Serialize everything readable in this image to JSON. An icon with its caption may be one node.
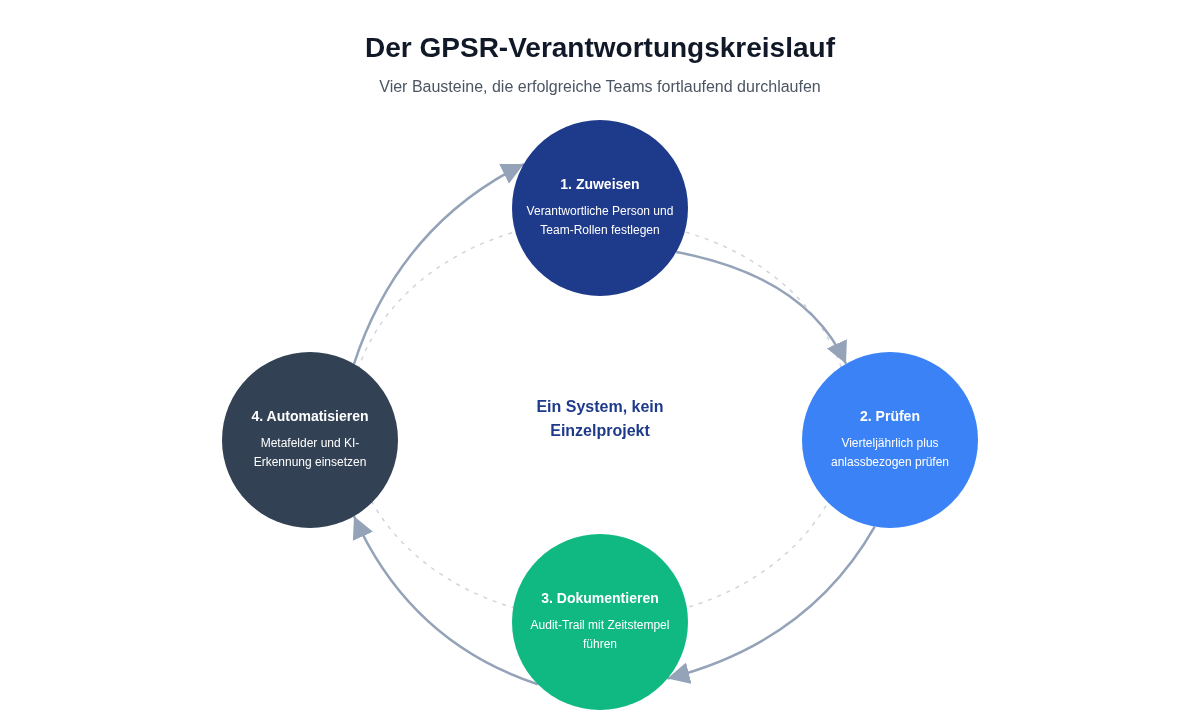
{
  "diagram": {
    "title": "Der GPSR-Verantwortungskreislauf",
    "caption": "Vier Bausteine, die erfolgreiche Teams fortlaufend durchlaufen",
    "nodes": [
      {
        "text": [
          "1. Zuweisen",
          "Verantwortliche Person und Team-Rollen festlegen"
        ]
      },
      {
        "text": [
          "2. Prüfen",
          "Vierteljährlich plus anlassbezogen prüfen"
        ]
      },
      {
        "text": [
          "3. Dokumentieren",
          "Audit-Trail mit Zeitstempel führen"
        ]
      },
      {
        "text": [
          "4. Automatisieren",
          "Metafelder und KI-Erkennung einsetzen"
        ]
      }
    ],
    "edges": [
      {
        "from": 0,
        "to": 1,
        "arrow": "to"
      },
      {
        "from": 1,
        "to": 2,
        "arrow": "to"
      },
      {
        "from": 2,
        "to": 3,
        "arrow": "to"
      },
      {
        "from": 3,
        "to": 0,
        "arrow": "to"
      }
    ],
    "labels": [
      "Ein System, kein Einzelprojekt"
    ]
  }
}
